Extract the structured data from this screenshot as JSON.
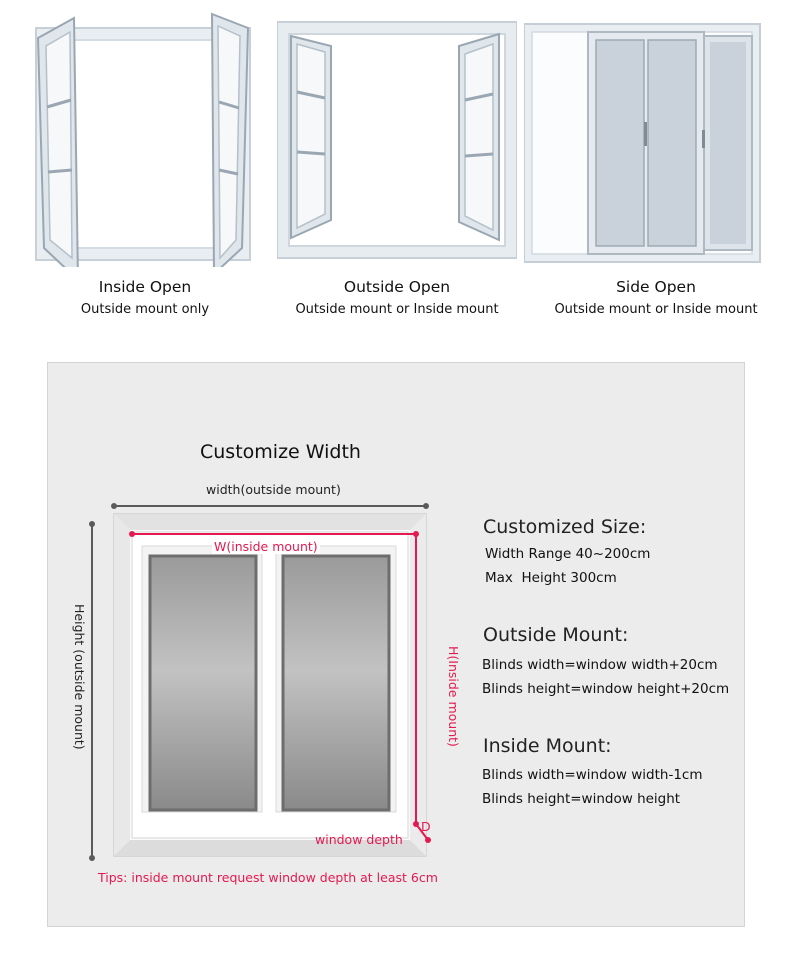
{
  "window_types": [
    {
      "title": "Inside Open",
      "subtitle": "Outside mount only"
    },
    {
      "title": "Outside Open",
      "subtitle": "Outside mount or Inside mount"
    },
    {
      "title": "Side Open",
      "subtitle": "Outside mount or Inside mount"
    }
  ],
  "diagram": {
    "title": "Customize Width",
    "width_outside_label": "width(outside mount)",
    "width_inside_label": "W(inside mount)",
    "height_outside_label": "Height (outside mount)",
    "height_inside_label": "H(Inside mount)",
    "depth_label": "window depth",
    "depth_marker": "D",
    "tips_prefix": "Tips:",
    "tips_text": " inside mount request window depth at least 6cm"
  },
  "specs": {
    "customized_heading": "Customized Size:",
    "width_range": "Width Range 40~200cm",
    "max_height": "Max  Height 300cm",
    "outside_heading": "Outside Mount:",
    "outside_width": "Blinds width=window width+20cm",
    "outside_height": "Blinds height=window height+20cm",
    "inside_heading": "Inside Mount:",
    "inside_width": "Blinds width=window width-1cm",
    "inside_height": "Blinds height=window height"
  },
  "colors": {
    "accent_red": "#e4194f",
    "accent_orange": "#f39a1d"
  }
}
